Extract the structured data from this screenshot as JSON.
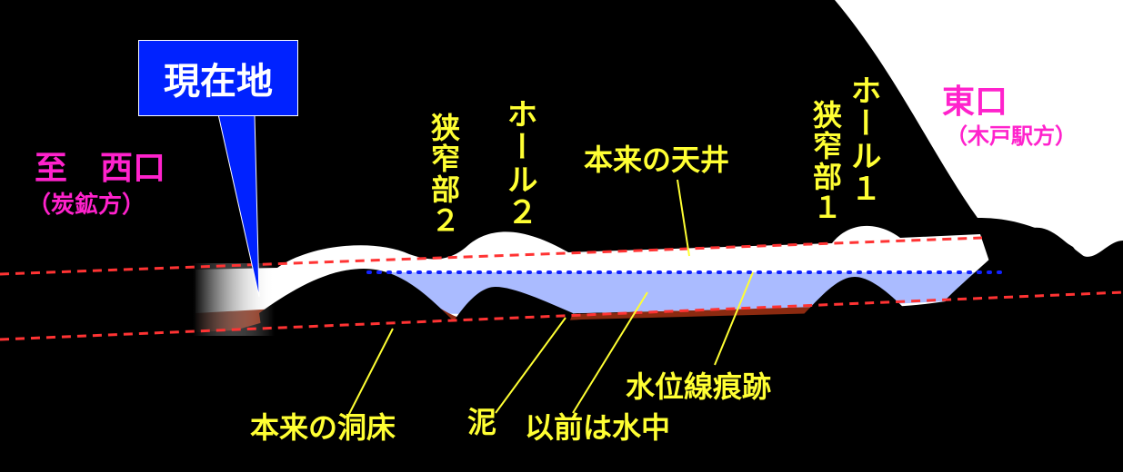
{
  "labels": {
    "current_location": "現在地",
    "west_exit": "至　西口",
    "west_exit_sub": "（炭鉱方）",
    "east_exit": "東口",
    "east_exit_sub": "（木戸駅方）",
    "narrow_2": "狭窄部２",
    "hole_2": "ホール２",
    "narrow_1": "狭窄部１",
    "hole_1": "ホール１",
    "original_ceiling": "本来の天井",
    "original_floor": "本来の洞床",
    "mud": "泥",
    "formerly_underwater": "以前は水中",
    "waterline_trace": "水位線痕跡"
  },
  "colors": {
    "background": "#000000",
    "cave_air": "#ffffff",
    "water": "#aabbff",
    "mud": "#8b2a10",
    "reference_lines": "#ff3333",
    "waterline": "#1122ff",
    "callout": "#ffff33",
    "exit_labels": "#ff22cc",
    "marker": "#0022ff"
  }
}
